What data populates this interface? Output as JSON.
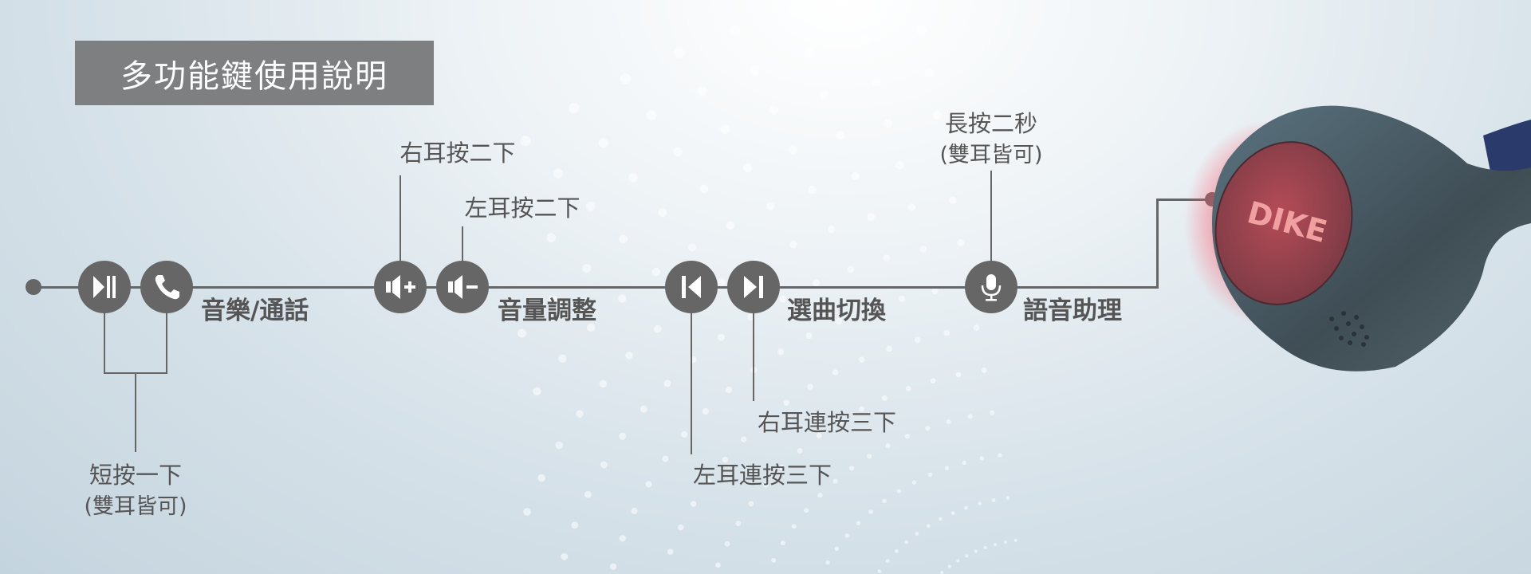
{
  "title": "多功能鍵使用說明",
  "groups": {
    "music_call": "音樂/通話",
    "volume": "音量調整",
    "track": "選曲切換",
    "assistant": "語音助理"
  },
  "hints": {
    "short_press": "短按一下",
    "short_press_note": "(雙耳皆可)",
    "right_double": "右耳按二下",
    "left_double": "左耳按二下",
    "left_triple": "左耳連按三下",
    "right_triple": "右耳連按三下",
    "long_press": "長按二秒",
    "long_press_note": "(雙耳皆可)"
  },
  "brand": "DIKE",
  "colors": {
    "accent": "#666666",
    "button": "#b84a52"
  }
}
